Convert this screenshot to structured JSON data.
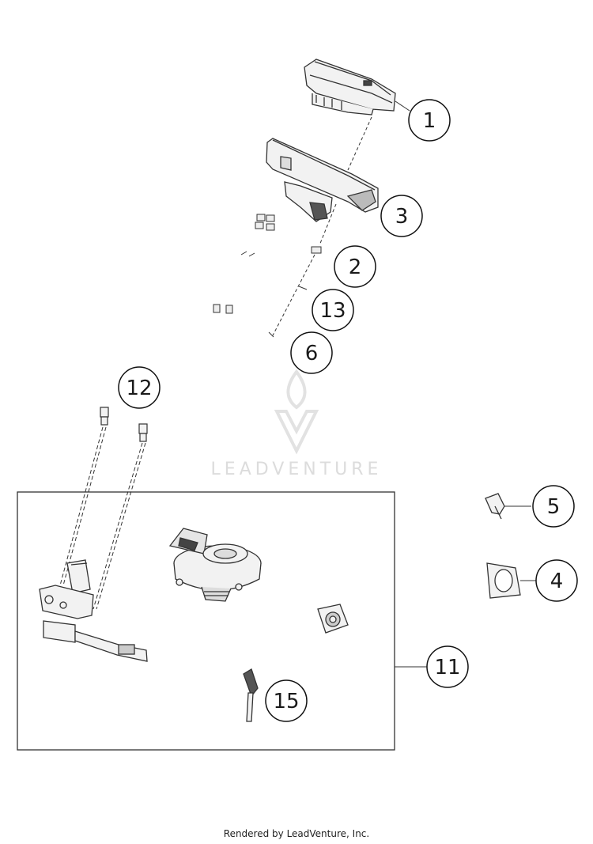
{
  "callouts": [
    {
      "id": "1",
      "label": "1"
    },
    {
      "id": "3",
      "label": "3"
    },
    {
      "id": "2",
      "label": "2"
    },
    {
      "id": "13",
      "label": "13"
    },
    {
      "id": "6",
      "label": "6"
    },
    {
      "id": "12",
      "label": "12"
    },
    {
      "id": "5",
      "label": "5"
    },
    {
      "id": "4",
      "label": "4"
    },
    {
      "id": "11",
      "label": "11"
    },
    {
      "id": "15",
      "label": "15"
    }
  ],
  "watermark": {
    "text": "LEADVENTURE"
  },
  "footer": {
    "text": "Rendered by LeadVenture, Inc."
  }
}
